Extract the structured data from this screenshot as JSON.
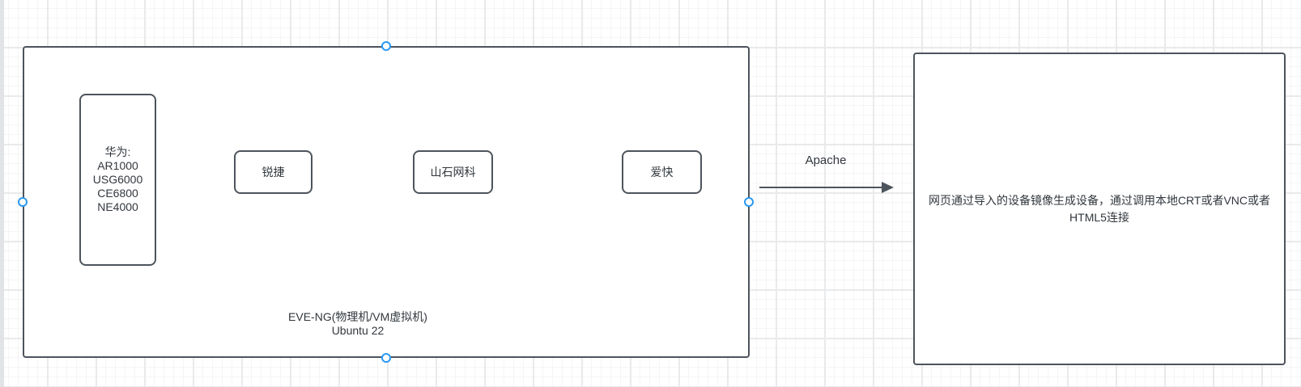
{
  "colors": {
    "shape_stroke": "#4d545c",
    "text": "#32373d",
    "connection_handle_blue": "#2b98f0",
    "grid_major": "#e9eaeb",
    "grid_minor": "#f5f5f6",
    "canvas_bg": "#ffffff"
  },
  "eve_group": {
    "caption_line1": "EVE-NG(物理机/VM虚拟机)",
    "caption_line2": "Ubuntu 22",
    "huawei_box": {
      "lines": [
        "华为:",
        "AR1000",
        "USG6000",
        "CE6800",
        "NE4000"
      ]
    },
    "vendor_boxes": [
      {
        "label": "锐捷"
      },
      {
        "label": "山石网科"
      },
      {
        "label": "爱快"
      }
    ]
  },
  "arrow": {
    "label": "Apache"
  },
  "web_box": {
    "text": "网页通过导入的设备镜像生成设备，通过调用本地CRT或者VNC或者HTML5连接"
  }
}
